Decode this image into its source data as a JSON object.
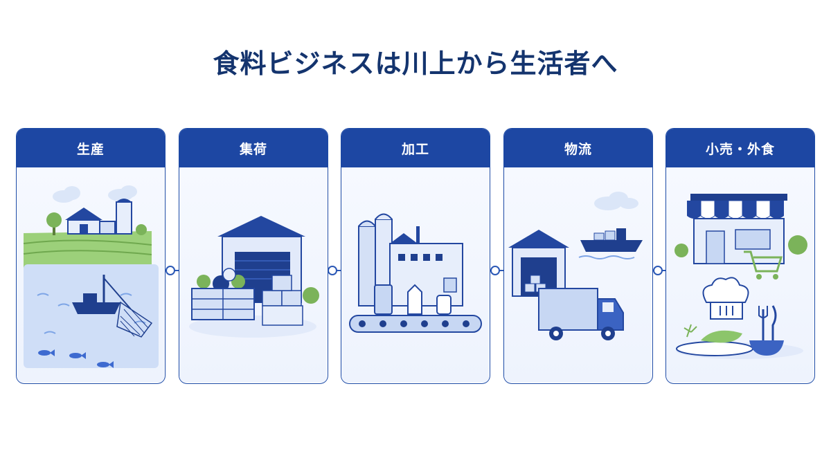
{
  "title": "食料ビジネスは川上から生活者へ",
  "stages": [
    {
      "label": "生産",
      "icon": "farm-fishery-icon"
    },
    {
      "label": "集荷",
      "icon": "warehouse-collection-icon"
    },
    {
      "label": "加工",
      "icon": "factory-processing-icon"
    },
    {
      "label": "物流",
      "icon": "logistics-truck-ship-icon"
    },
    {
      "label": "小売・外食",
      "icon": "store-restaurant-icon"
    }
  ],
  "colors": {
    "primary": "#1d47a3",
    "title": "#14346e",
    "light_blue": "#d8e4fa",
    "green": "#8cc56b"
  }
}
